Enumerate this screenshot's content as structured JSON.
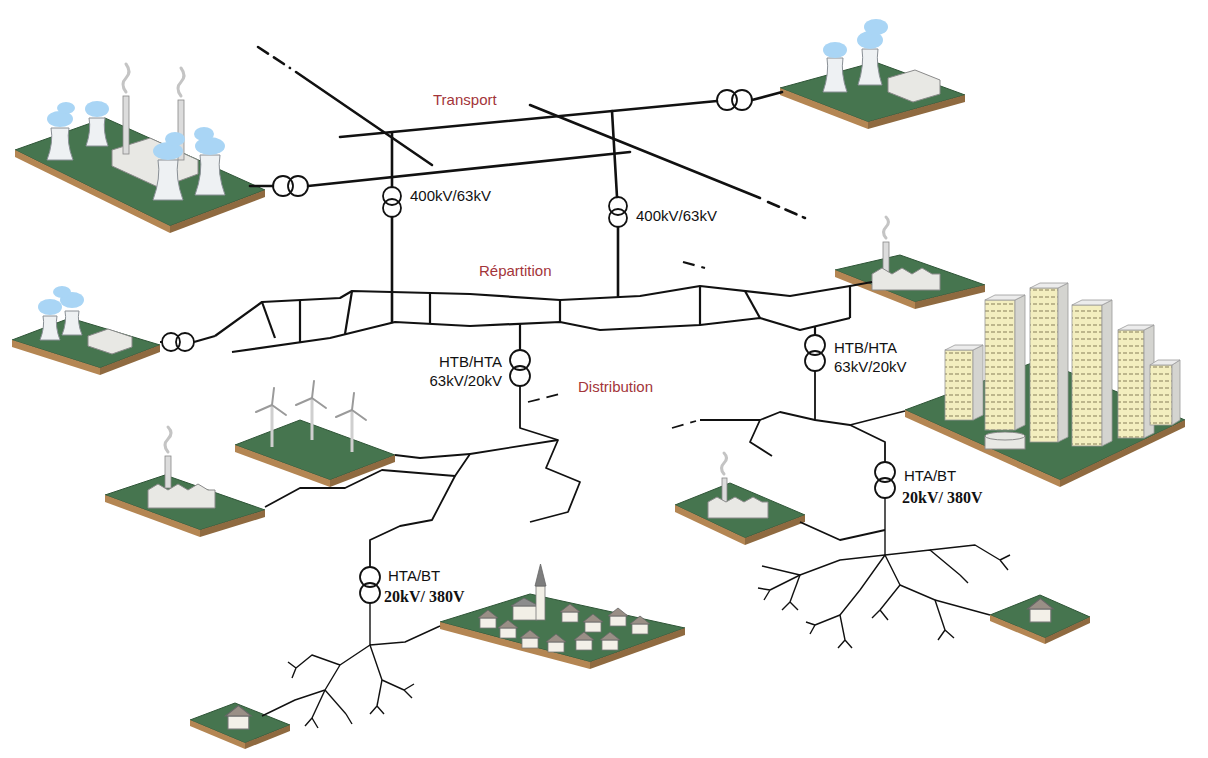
{
  "diagram": {
    "labels": [
      "Transport",
      "400kV/63kV",
      "400kV/63kV",
      "Répartition",
      "HTB/HTA 63kV/20kV",
      "HTB/HTA 63kV/20kV",
      "Distribution",
      "HTA/BT",
      "20kV/ 380V",
      "HTA/BT",
      "20kV/ 380V"
    ]
  }
}
